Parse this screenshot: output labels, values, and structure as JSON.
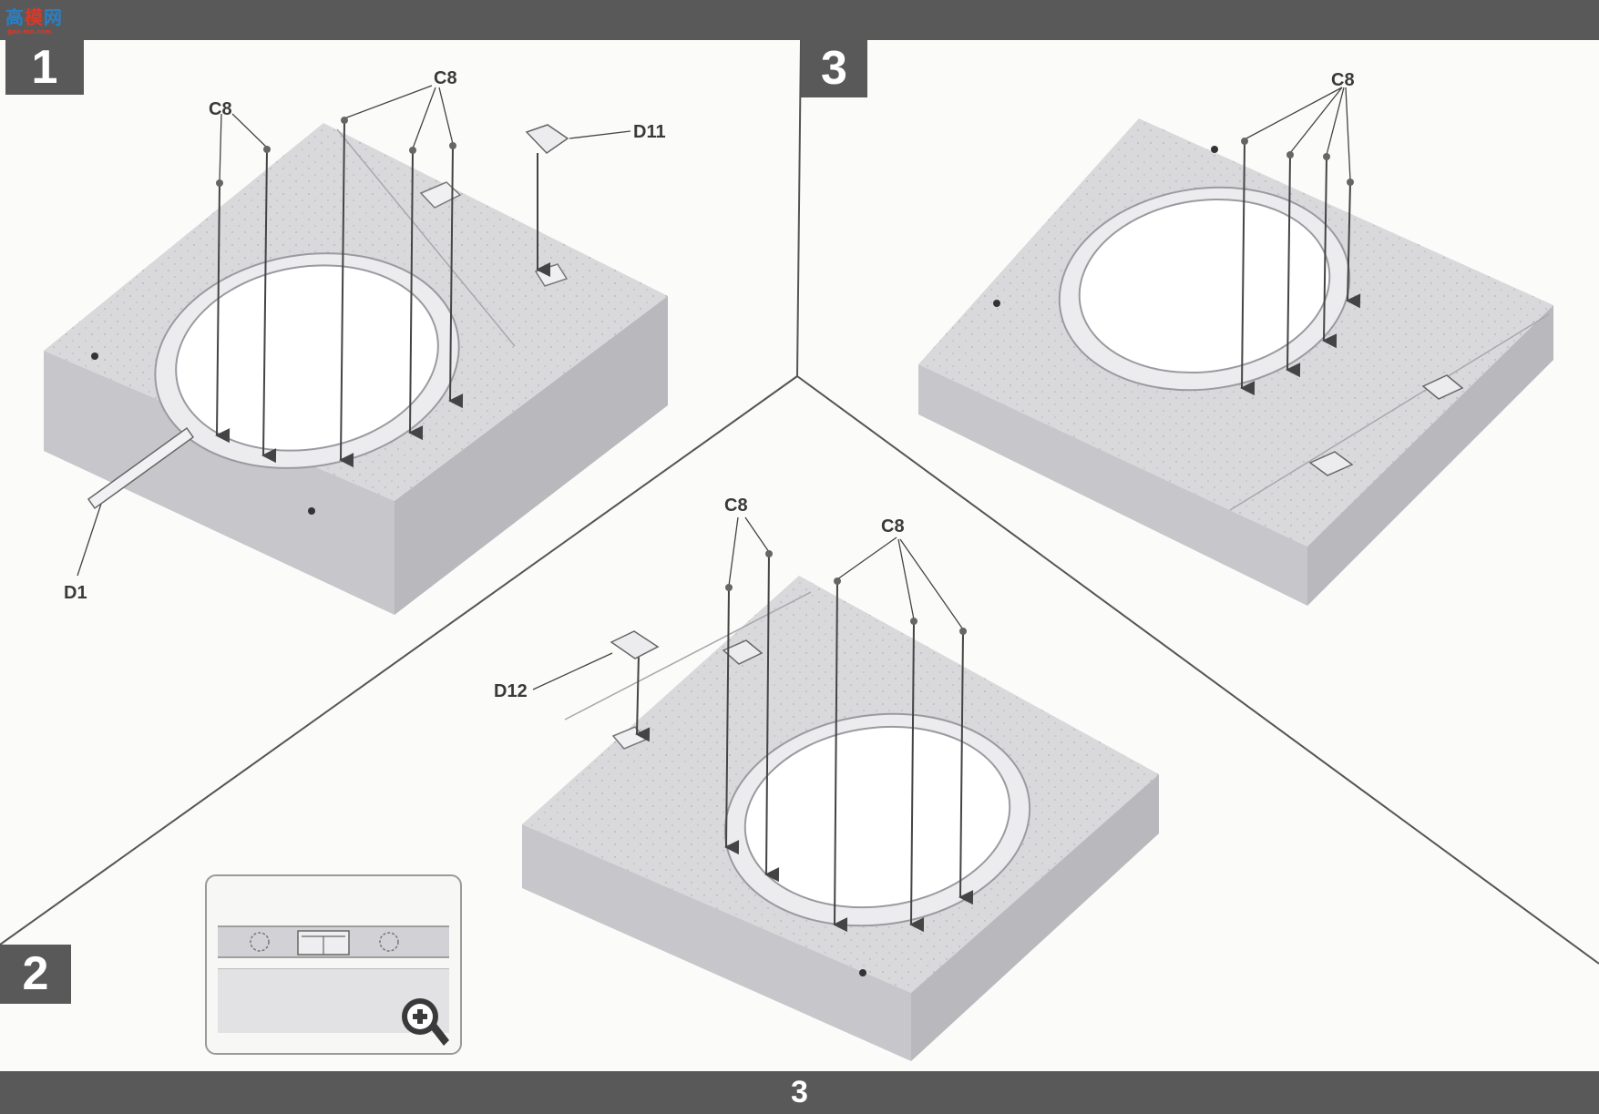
{
  "logo": {
    "text_a": "高",
    "text_b": "模",
    "text_c": "网",
    "url": "gao-mo.com"
  },
  "steps": {
    "step1": "1",
    "step2": "2",
    "step3": "3"
  },
  "labels": {
    "step1_c8_left": "C8",
    "step1_c8_right": "C8",
    "step1_d11": "D11",
    "step1_d1": "D1",
    "step3_c8": "C8",
    "step2_c8_left": "C8",
    "step2_c8_right": "C8",
    "step2_d12": "D12"
  },
  "page_number": "3",
  "colors": {
    "bar": "#5a5959",
    "board_top": "#d9d9dc",
    "board_side": "#c3c3c7",
    "ring": "#ebebee",
    "line": "#444444"
  },
  "icons": {
    "zoom": "zoom-in-icon"
  }
}
